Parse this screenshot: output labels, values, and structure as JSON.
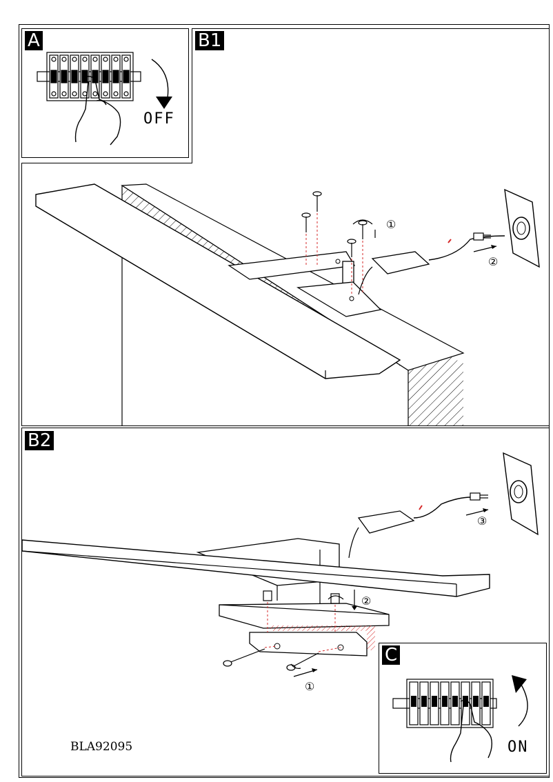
{
  "panels": {
    "a": {
      "label": "A",
      "state_text": "OFF"
    },
    "b1": {
      "label": "B1",
      "steps": [
        "①",
        "②"
      ]
    },
    "b2": {
      "label": "B2",
      "steps": [
        "①",
        "②",
        "③"
      ]
    },
    "c": {
      "label": "C",
      "state_text": "ON"
    }
  },
  "model_code": "BLA92095",
  "colors": {
    "line": "#000000",
    "accent": "#d62828",
    "fill": "#ffffff"
  },
  "icons": [
    "breaker-panel-icon",
    "hand-icon",
    "rotation-arrow-icon",
    "screw-icon",
    "wall-socket-icon",
    "power-plug-icon",
    "driver-box-icon"
  ]
}
